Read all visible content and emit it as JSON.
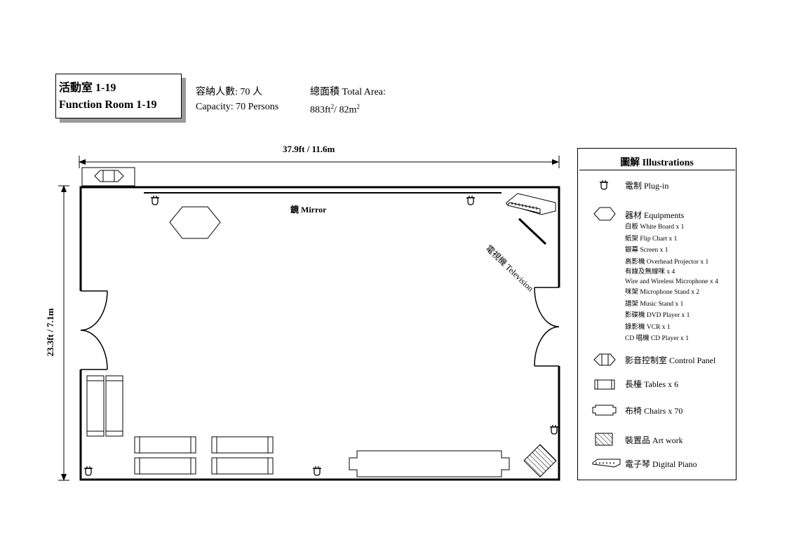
{
  "title": {
    "zh": "活動室 1-19",
    "en": "Function Room 1-19"
  },
  "capacity": {
    "zh": "容納人數: 70 人",
    "en": "Capacity: 70 Persons"
  },
  "area": {
    "zh": "總面積 Total Area:",
    "value_ft": "883ft",
    "sup1": "2",
    "value_m": "/ 82m",
    "sup2": "2"
  },
  "dimensions": {
    "width": "37.9ft / 11.6m",
    "height": "23.3ft / 7.1m"
  },
  "room_labels": {
    "mirror_zh": "鏡",
    "mirror_en": "Mirror",
    "tv": "電視機 Television"
  },
  "legend": {
    "title": "圖解  Illustrations",
    "plug": "電制  Plug-in",
    "equipments": "器材  Equipments",
    "equipment_items": [
      "白板 White Board x 1",
      "紙架 Flip Chart x 1",
      "銀幕 Screen x 1",
      "高影機 Overhead Projector x 1",
      "有線及無線咪 x 4",
      "Wire and Wireless Microphone x 4",
      "咪架 Microphone Stand x 2",
      "譜架 Music Stand x 1",
      "影碟機 DVD Player x 1",
      "錄影機 VCR x 1",
      "CD 唱機 CD Player x 1"
    ],
    "control_panel": "影音控制室 Control Panel",
    "tables": "長檯 Tables x 6",
    "chairs": "布椅 Chairs  x 70",
    "artwork": "裝置品  Art work",
    "piano": "電子琴  Digital Piano"
  }
}
